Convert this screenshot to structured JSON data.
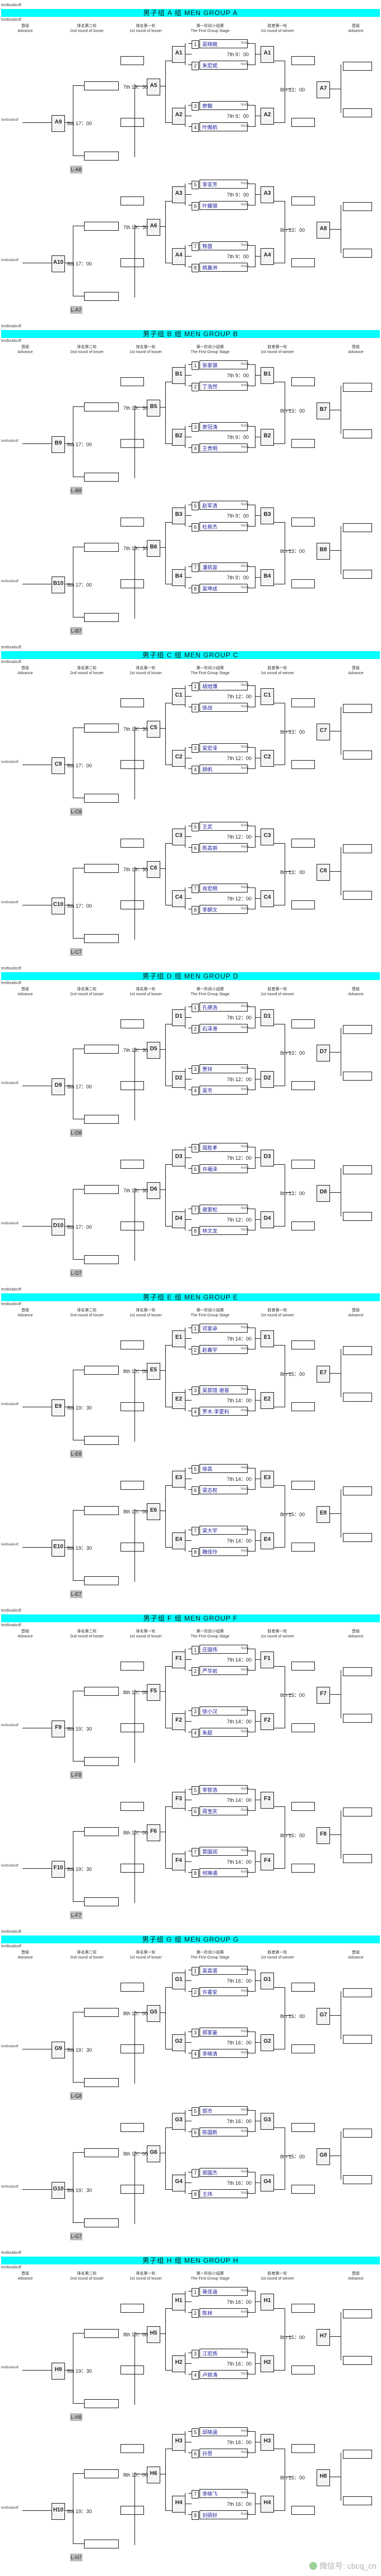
{
  "meta": {
    "top_note": "textbxabcdf",
    "sub_note": "textbxabcdf",
    "box_label": "NorN",
    "header": [
      {
        "cn": "晋级",
        "en": "Advance"
      },
      {
        "cn": "排名第二轮",
        "en": "2nd round of losser"
      },
      {
        "cn": "排名第一轮",
        "en": "1st round of losser"
      },
      {
        "cn": "第一阶段小组赛",
        "en": "The First Group Stage"
      },
      {
        "cn": "胜者第一轮",
        "en": "1st round of winner"
      },
      {
        "cn": "晋级",
        "en": "Advance"
      }
    ]
  },
  "groups": [
    {
      "title": "男子组 A 组    MEN  GROUP  A",
      "L": "A",
      "players": [
        "吴晓婉",
        "朱宏斌",
        "廖翰",
        "叶赐航",
        "李亚芳",
        "叶耀骐",
        "熊茵",
        "姚嘉洲"
      ],
      "match_times": [
        "7th 9：00",
        "7th 9：00",
        "7th 9：00",
        "7th 9：00"
      ],
      "wr1_times": [
        "8th 13：00",
        "8th 13：00"
      ],
      "lr1_times": [
        "7th 19：30",
        "7th 19：30"
      ],
      "lr2_time": "8th 17：00",
      "lose_labels": [
        "L-A8",
        "L-A7"
      ]
    },
    {
      "title": "男子组 B 组    MEN  GROUP  B",
      "L": "B",
      "players": [
        "张家骐",
        "丁浩然",
        "廖冠涛",
        "王贵明",
        "赵军清",
        "杜慈杰",
        "潘凯容",
        "吴坤成"
      ],
      "match_times": [
        "7th 9：00",
        "7th 9：00",
        "7th 9：00",
        "7th 9：00"
      ],
      "wr1_times": [
        "8th 13：00",
        "8th 13：00"
      ],
      "lr1_times": [
        "7th 19：30",
        "7th 19：30"
      ],
      "lr2_time": "8th 17：00",
      "lose_labels": [
        "L-B8",
        "L-B7"
      ]
    },
    {
      "title": "男子组 C 组    MEN  GROUP  C",
      "L": "C",
      "players": [
        "胡旭博",
        "徐战",
        "吴宏泽",
        "顾帆",
        "王武",
        "陈高丽",
        "肖宏棋",
        "李朗文"
      ],
      "match_times": [
        "7th 12：00",
        "7th 12：00",
        "7th 12：00",
        "7th 12：00"
      ],
      "wr1_times": [
        "8th 13：00",
        "8th 13：00"
      ],
      "lr1_times": [
        "7th 19：30",
        "7th 19：30"
      ],
      "lr2_time": "8th 17：00",
      "lose_labels": [
        "L-C8",
        "L-C7"
      ]
    },
    {
      "title": "男子组 D 组    MEN  GROUP  D",
      "L": "D",
      "players": [
        "孔德浩",
        "石泽港",
        "贾祥",
        "吴市",
        "周胜孝",
        "许福泽",
        "谢家松",
        "林文龙"
      ],
      "match_times": [
        "7th 12：00",
        "7th 12：00",
        "7th 12：00",
        "7th 12：00"
      ],
      "wr1_times": [
        "8th 13：00",
        "8th 13：00"
      ],
      "lr1_times": [
        "7th 19：30",
        "7th 19：30"
      ],
      "lr2_time": "8th 17：00",
      "lose_labels": [
        "L-D8",
        "L-D7"
      ]
    },
    {
      "title": "男子组 E 组    MEN  GROUP  E",
      "L": "E",
      "players": [
        "邓家卓",
        "赵嘉宇",
        "吴郭馆·谢普",
        "罗木·李夏利",
        "徐高",
        "梁志权",
        "梁大宇",
        "魏佳玲"
      ],
      "match_times": [
        "7th 14：00",
        "7th 14：00",
        "7th 14：00",
        "7th 14：00"
      ],
      "wr1_times": [
        "8th 15：00",
        "8th 15：00"
      ],
      "lr1_times": [
        "8th 10：00",
        "8th 10：00"
      ],
      "lr2_time": "8th 19：30",
      "lose_labels": [
        "L-E8",
        "L-E7"
      ]
    },
    {
      "title": "男子组 F 组    MEN  GROUP  F",
      "L": "F",
      "players": [
        "庄国伟",
        "严华岩",
        "徐小汉",
        "朱超",
        "李智浩",
        "周宝庆",
        "郭国润",
        "何琳通"
      ],
      "match_times": [
        "7th 14：00",
        "7th 14：00",
        "7th 14：00",
        "7th 14：00"
      ],
      "wr1_times": [
        "8th 15：00",
        "8th 15：00"
      ],
      "lr1_times": [
        "8th 10：00",
        "8th 10：00"
      ],
      "lr2_time": "8th 19：30",
      "lose_labels": [
        "L-F8",
        "L-F7"
      ]
    },
    {
      "title": "男子组 G 组    MEN  GROUP  G",
      "L": "G",
      "players": [
        "吴高诺",
        "许睿安",
        "郑家豪",
        "李晓清",
        "郭市",
        "陈国新",
        "郑国杰",
        "王炜"
      ],
      "match_times": [
        "7th 16：00",
        "7th 16：00",
        "7th 16：00",
        "7th 16：00"
      ],
      "wr1_times": [
        "8th 15：00",
        "8th 15：00"
      ],
      "lr1_times": [
        "8th 10：00",
        "8th 10：00"
      ],
      "lr2_time": "8th 19：30",
      "lose_labels": [
        "L-G8",
        "L-G7"
      ]
    },
    {
      "title": "男子组 H 组    MEN  GROUP  H",
      "L": "H",
      "players": [
        "蒋佳涵",
        "陈林",
        "江宏扬",
        "卢丽涛",
        "邱晓涵",
        "孙思",
        "李晓飞",
        "刘硕好"
      ],
      "match_times": [
        "7th 16：00",
        "7th 16：00",
        "7th 16：00",
        "7th 16：00"
      ],
      "wr1_times": [
        "8th 15：00",
        "8th 15：00"
      ],
      "lr1_times": [
        "8th 10：00",
        "8th 10：00"
      ],
      "lr2_time": "8th 19：30",
      "lose_labels": [
        "L-H8",
        "L-H7"
      ]
    }
  ],
  "watermark": "微信号: cbcq_cn"
}
